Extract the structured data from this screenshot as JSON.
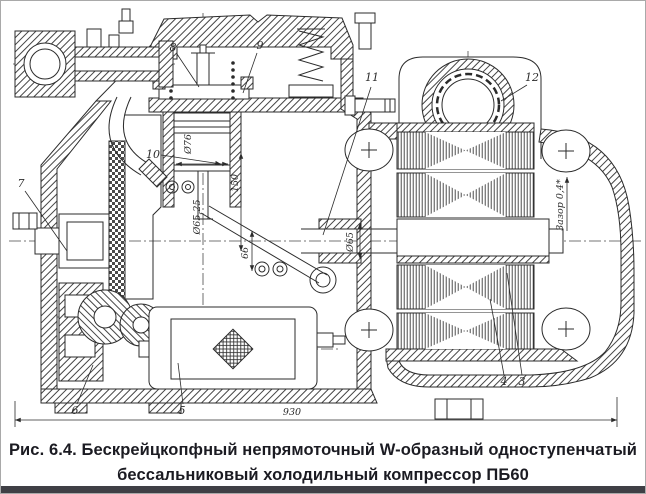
{
  "figure": {
    "caption": {
      "line1": "Рис. 6.4. Бескрейцкопфный непрямоточный W-образный одноступенчатый",
      "line2": "бессальниковый холодильный компрессор ПБ60"
    }
  },
  "drawing": {
    "callouts": {
      "c3": "3",
      "c4": "4",
      "c5": "5",
      "c6": "6",
      "c7": "7",
      "c8": "8",
      "c9": "9",
      "c10": "10",
      "c11": "11",
      "c12": "12"
    },
    "dimensions": {
      "cylinder_bore": "Ø76",
      "piston_diameter": "Ø65,25",
      "dim_150": "150",
      "dim_66": "66",
      "shaft_diameter": "Ø65",
      "air_gap": "Зазор 0,4*",
      "overall_length": "930"
    },
    "colors": {
      "line": "#2b2b2b",
      "background": "#ffffff",
      "border": "#a9a9a9",
      "bottom_bar": "#3f3f45",
      "caption_text": "#1b1b22"
    }
  }
}
